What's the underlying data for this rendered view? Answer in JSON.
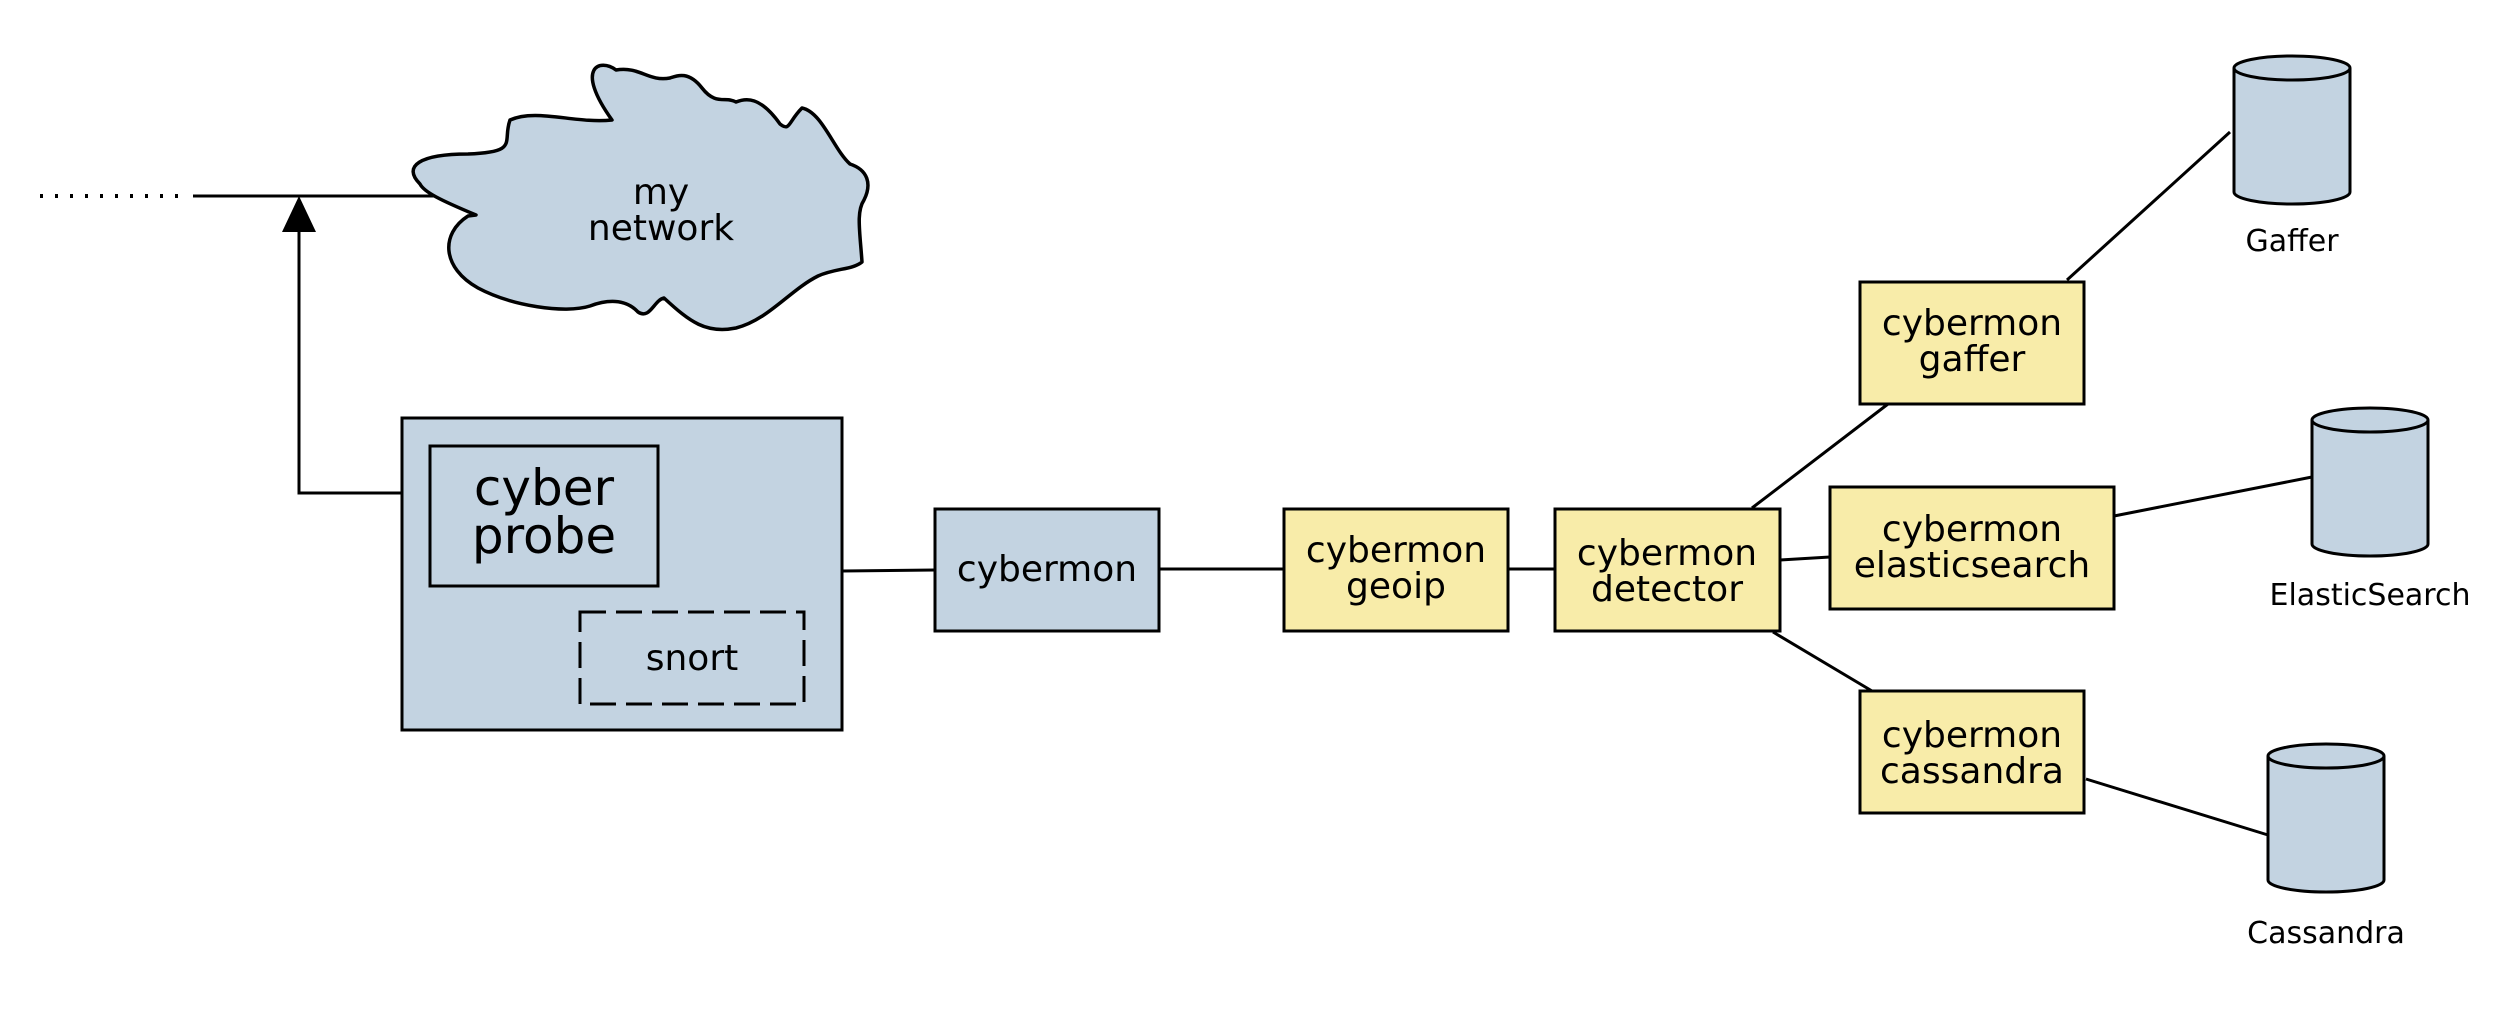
{
  "colors": {
    "blue_fill": "#c3d3e1",
    "yellow_fill": "#f8eca9",
    "stroke": "#000000",
    "background": "#ffffff"
  },
  "network": {
    "label_line1": "my",
    "label_line2": "network"
  },
  "probe_host": {
    "probe_line1": "cyber",
    "probe_line2": "probe",
    "snort_label": "snort"
  },
  "nodes": {
    "cybermon": "cybermon",
    "geoip": {
      "line1": "cybermon",
      "line2": "geoip"
    },
    "detector": {
      "line1": "cybermon",
      "line2": "detector"
    },
    "gaffer": {
      "line1": "cybermon",
      "line2": "gaffer"
    },
    "elasticsearch": {
      "line1": "cybermon",
      "line2": "elasticsearch"
    },
    "cassandra": {
      "line1": "cybermon",
      "line2": "cassandra"
    }
  },
  "databases": {
    "gaffer": "Gaffer",
    "elasticsearch": "ElasticSearch",
    "cassandra": "Cassandra"
  }
}
